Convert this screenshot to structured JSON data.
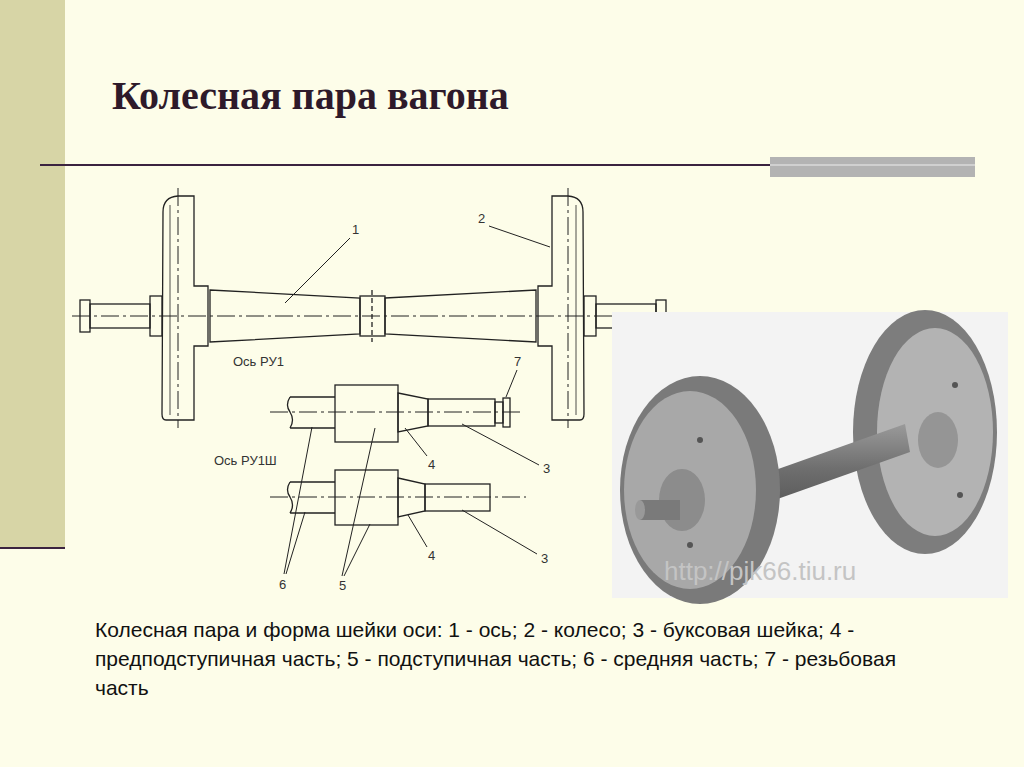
{
  "diagram": {
    "title": "Колесная пара вагона",
    "caption": "Колесная пара и форма шейки оси: 1 - ось; 2 - колесо; 3 - буксовая шейка; 4 - предподступичная часть; 5 - подступичная часть; 6 - средняя часть; 7 - резьбовая часть",
    "labels": [
      "Ось РУ1",
      "Ось РУ1Ш",
      "1",
      "2",
      "7",
      "4",
      "3",
      "4",
      "3",
      "6",
      "5",
      "http://pjk66.tiu.ru"
    ]
  }
}
